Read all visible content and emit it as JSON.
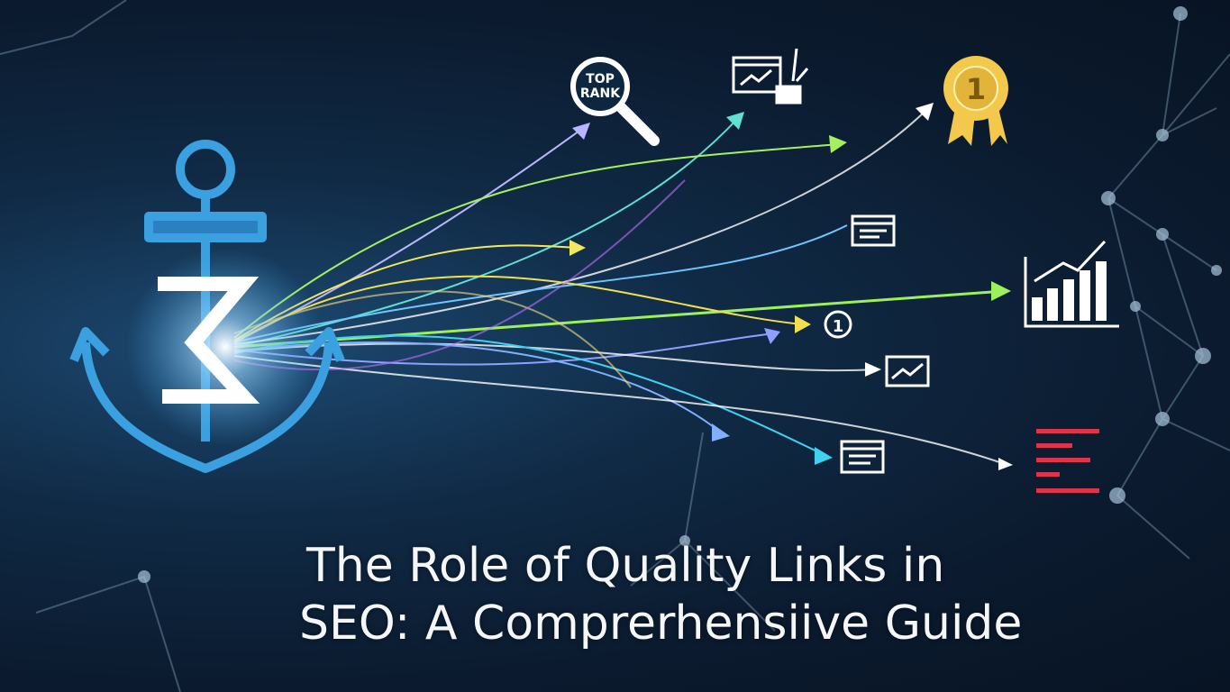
{
  "title": {
    "line1": "The Role of Quality Links in",
    "line2": "SEO: A Comprerhensiive Guide"
  },
  "badge": {
    "top": "TOP",
    "bottom": "RANK"
  },
  "medal_number": "1",
  "rank_marker": "1",
  "icons": [
    "anchor-icon",
    "magnifier-icon",
    "browser-growth-icon",
    "medal-icon",
    "document-icon",
    "bar-chart-icon",
    "trend-window-icon",
    "list-icon"
  ],
  "colors": {
    "background": "#0b1a2e",
    "anchor": "#3aa0e0",
    "medal": "#f2c94c",
    "red_lines": "#e0344a"
  }
}
